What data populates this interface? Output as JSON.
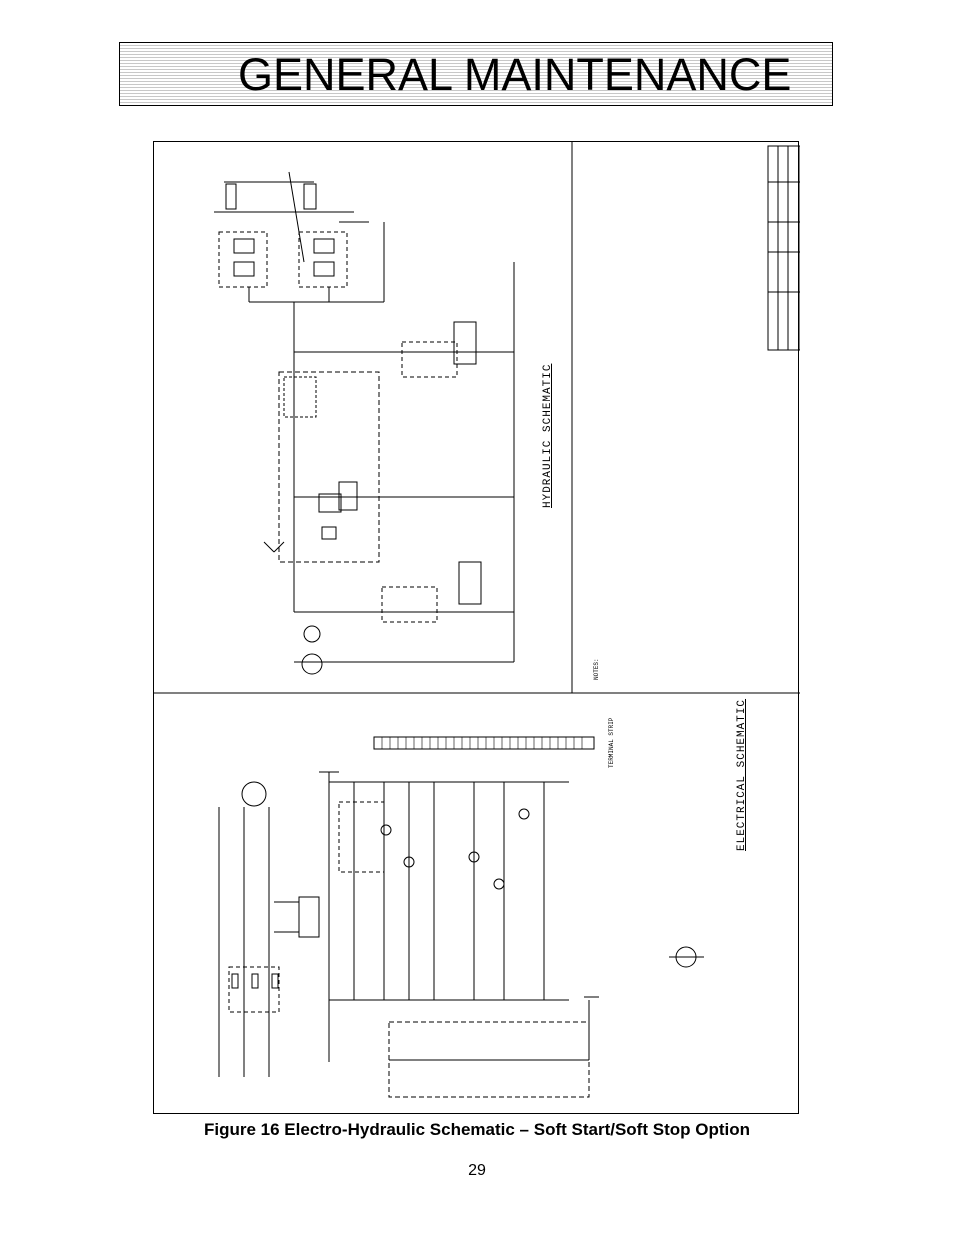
{
  "header": {
    "title": "GENERAL MAINTENANCE"
  },
  "schematic": {
    "hydraulic_title": "HYDRAULIC SCHEMATIC",
    "electrical_title": "ELECTRICAL SCHEMATIC",
    "terminal_strip_label": "TERMINAL STRIP",
    "notes_title": "NOTES:"
  },
  "figure": {
    "caption": "Figure 16  Electro-Hydraulic Schematic – Soft Start/Soft Stop Option"
  },
  "footer": {
    "page_number": "29"
  }
}
